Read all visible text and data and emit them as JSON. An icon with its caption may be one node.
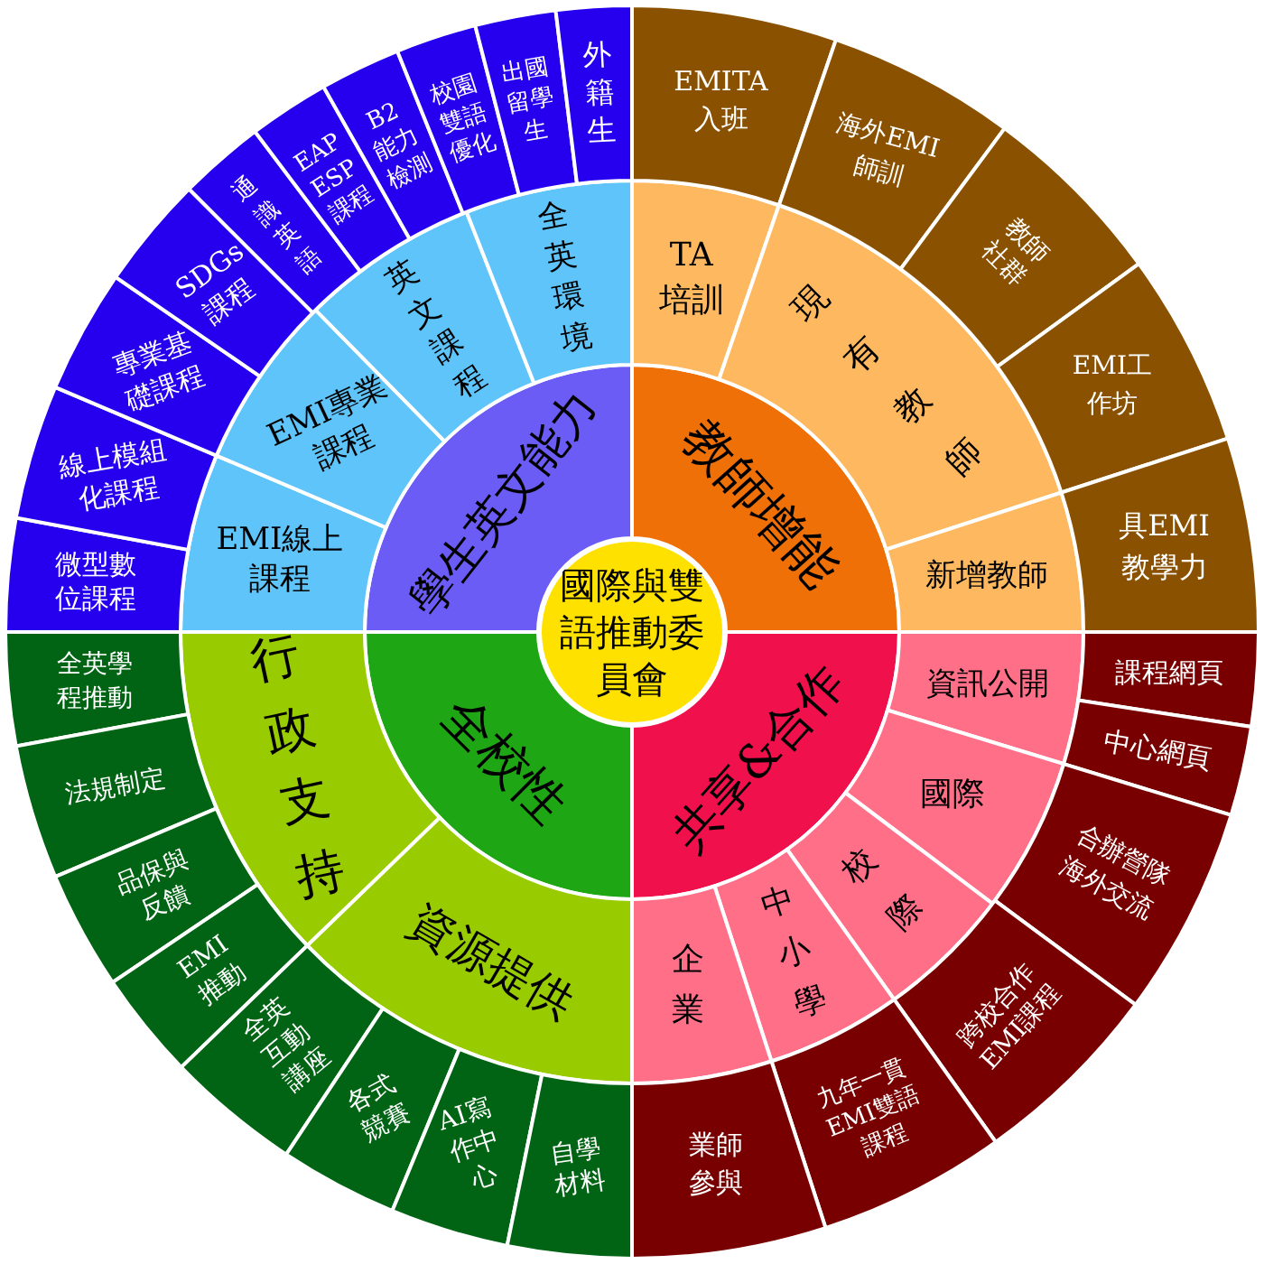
{
  "diagram": {
    "nodes": [
      {
        "text": [
          "國際與雙語推動委員會"
        ]
      },
      {
        "text": [
          "學生英文能力"
        ]
      },
      {
        "text": [
          "教師增能"
        ]
      },
      {
        "text": [
          "全校性"
        ]
      },
      {
        "text": [
          "共享&合作"
        ]
      },
      {
        "text": [
          "EMI線上課程"
        ]
      },
      {
        "text": [
          "EMI專業課程"
        ]
      },
      {
        "text": [
          "英文課程"
        ]
      },
      {
        "text": [
          "全英環境"
        ]
      },
      {
        "text": [
          "TA培訓"
        ]
      },
      {
        "text": [
          "現有教師"
        ]
      },
      {
        "text": [
          "新增教師"
        ]
      },
      {
        "text": [
          "行政支持"
        ]
      },
      {
        "text": [
          "資源提供"
        ]
      },
      {
        "text": [
          "資訊公開"
        ]
      },
      {
        "text": [
          "國際"
        ]
      },
      {
        "text": [
          "校際"
        ]
      },
      {
        "text": [
          "中小學"
        ]
      },
      {
        "text": [
          "企業"
        ]
      },
      {
        "text": [
          "微型數位課程"
        ]
      },
      {
        "text": [
          "線上模組化課程"
        ]
      },
      {
        "text": [
          "專業基礎課程"
        ]
      },
      {
        "text": [
          "SDGs課程"
        ]
      },
      {
        "text": [
          "通識英語"
        ]
      },
      {
        "text": [
          "EAP ESP課程"
        ]
      },
      {
        "text": [
          "B2能力檢測"
        ]
      },
      {
        "text": [
          "校園雙語優化"
        ]
      },
      {
        "text": [
          "出國留學生"
        ]
      },
      {
        "text": [
          "外籍生"
        ]
      },
      {
        "text": [
          "EMITA入班"
        ]
      },
      {
        "text": [
          "海外EMI師訓"
        ]
      },
      {
        "text": [
          "教師社群"
        ]
      },
      {
        "text": [
          "EMI工作坊"
        ]
      },
      {
        "text": [
          "具EMI教學力"
        ]
      },
      {
        "text": [
          "全英學程推動"
        ]
      },
      {
        "text": [
          "法規制定"
        ]
      },
      {
        "text": [
          "品保與反饋"
        ]
      },
      {
        "text": [
          "EMI推動"
        ]
      },
      {
        "text": [
          "全英互動講座"
        ]
      },
      {
        "text": [
          "各式競賽"
        ]
      },
      {
        "text": [
          "AI寫作中心"
        ]
      },
      {
        "text": [
          "自學材料"
        ]
      },
      {
        "text": [
          "課程網頁"
        ]
      },
      {
        "text": [
          "中心網頁"
        ]
      },
      {
        "text": [
          "合辦營隊海外交流"
        ]
      },
      {
        "text": [
          "跨校合作EMI課程"
        ]
      },
      {
        "text": [
          "九年一貫EMI雙語課程"
        ]
      },
      {
        "text": [
          "業師參與"
        ]
      }
    ]
  }
}
